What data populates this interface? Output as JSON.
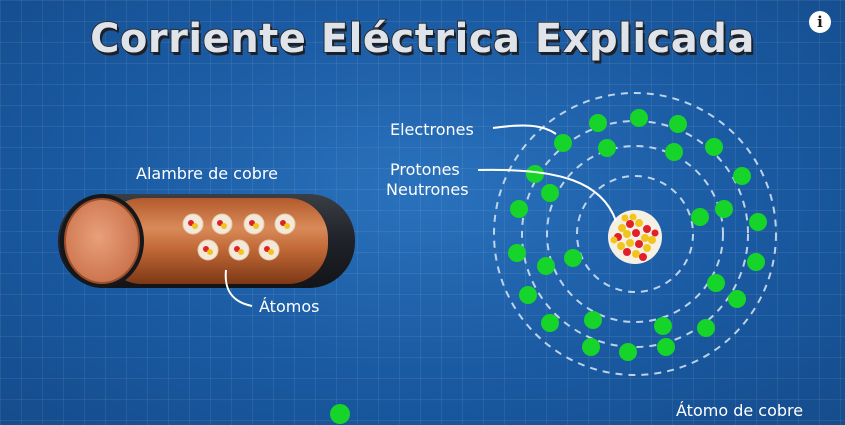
{
  "title": "Corriente Eléctrica Explicada",
  "info_icon": "info-icon",
  "info_glyph": "i",
  "labels": {
    "wire": "Alambre de cobre",
    "atoms": "Átomos",
    "electrons": "Electrones",
    "protons": "Protones",
    "neutrons": "Neutrones",
    "copper_atom": "Átomo de cobre"
  },
  "colors": {
    "background": "#1b5fa8",
    "electron": "#16d42a",
    "copper": "#c7703f",
    "insulation": "#1e2126",
    "proton": "#e0202a",
    "neutron": "#f2c51e"
  }
}
